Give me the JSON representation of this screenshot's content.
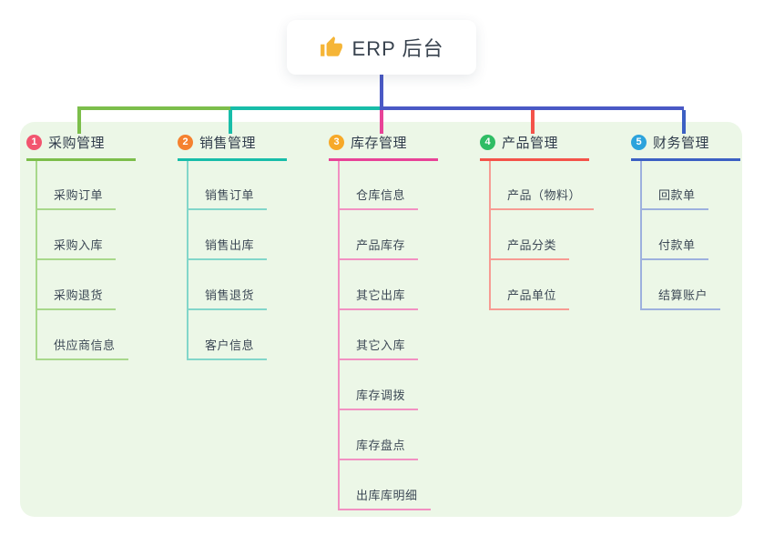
{
  "root": {
    "label": "ERP 后台",
    "icon": "thumbs-up-icon"
  },
  "branches": [
    {
      "index": "1",
      "label": "采购管理",
      "badge_color": "#F2556F",
      "line_color": "#7CBE4B",
      "sub_line_color": "#A8D88B",
      "items": [
        "采购订单",
        "采购入库",
        "采购退货",
        "供应商信息"
      ]
    },
    {
      "index": "2",
      "label": "销售管理",
      "badge_color": "#F5812F",
      "line_color": "#18BDA9",
      "sub_line_color": "#82D6CA",
      "items": [
        "销售订单",
        "销售出库",
        "销售退货",
        "客户信息"
      ]
    },
    {
      "index": "3",
      "label": "库存管理",
      "badge_color": "#F7A928",
      "line_color": "#E84397",
      "sub_line_color": "#F290C2",
      "items": [
        "仓库信息",
        "产品库存",
        "其它出库",
        "其它入库",
        "库存调拨",
        "库存盘点",
        "出库库明细"
      ]
    },
    {
      "index": "4",
      "label": "产品管理",
      "badge_color": "#2FBD64",
      "line_color": "#F4534A",
      "sub_line_color": "#F79B93",
      "items": [
        "产品（物料）",
        "产品分类",
        "产品单位"
      ]
    },
    {
      "index": "5",
      "label": "财务管理",
      "badge_color": "#2CA3DC",
      "line_color": "#3C60C3",
      "sub_line_color": "#9DB0DE",
      "items": [
        "回款单",
        "付款单",
        "结算账户"
      ]
    }
  ],
  "colors": {
    "root_connector": "#4A59C5",
    "panel_background": "#ECF7E7",
    "card_background": "#FFFFFF",
    "title_text": "#39434F",
    "node_text": "#3D4956"
  }
}
